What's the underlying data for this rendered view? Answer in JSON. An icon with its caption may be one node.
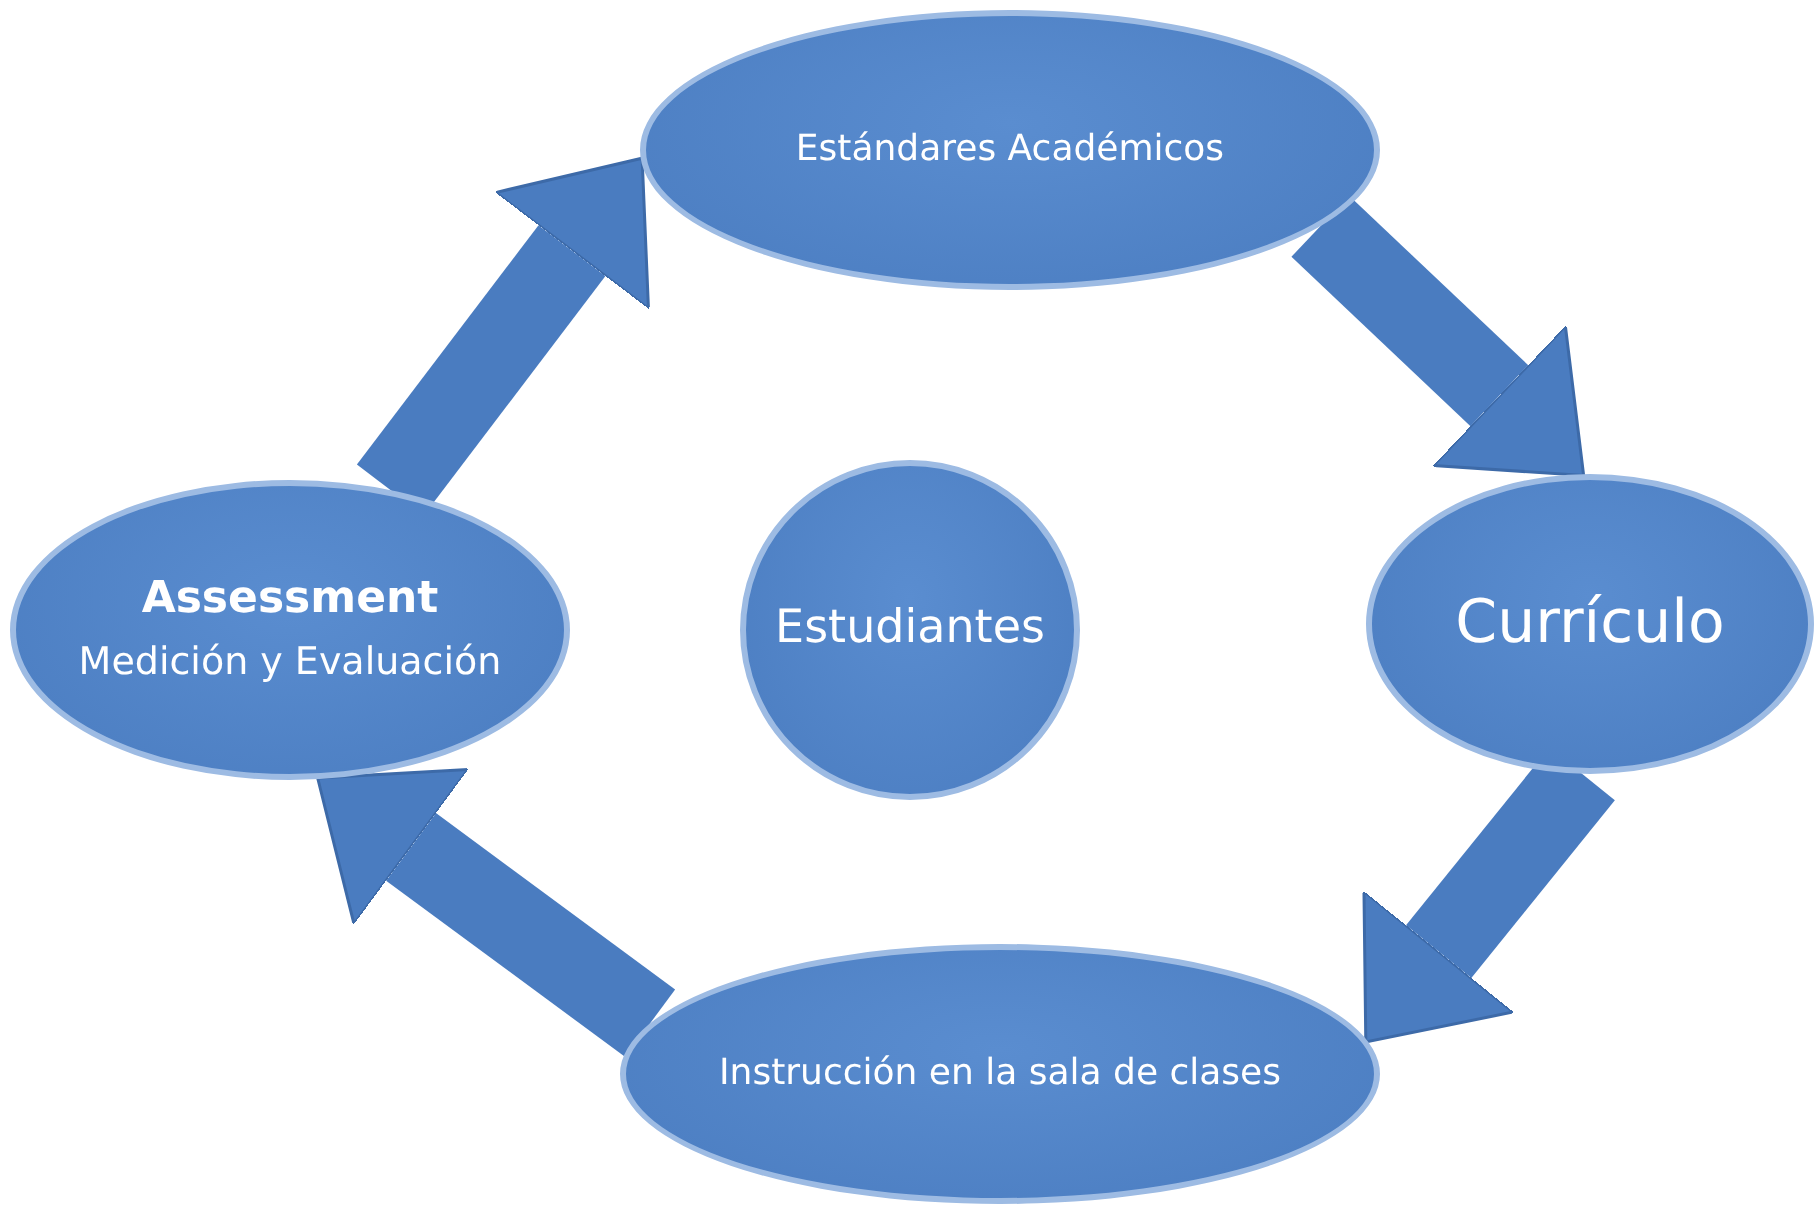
{
  "diagram": {
    "nodes": [
      {
        "text": [
          "Estándares Académicos"
        ]
      },
      {
        "text": [
          "Assessment",
          "Medición y Evaluación"
        ]
      },
      {
        "text": [
          "Estudiantes"
        ]
      },
      {
        "text": [
          "Currículo"
        ]
      },
      {
        "text": [
          "Instrucción en la sala de clases"
        ]
      }
    ],
    "edges": [
      {
        "from": 1,
        "to": 0,
        "arrow": "to"
      },
      {
        "from": 0,
        "to": 3,
        "arrow": "to"
      },
      {
        "from": 3,
        "to": 4,
        "arrow": "to"
      },
      {
        "from": 4,
        "to": 1,
        "arrow": "to"
      }
    ]
  }
}
